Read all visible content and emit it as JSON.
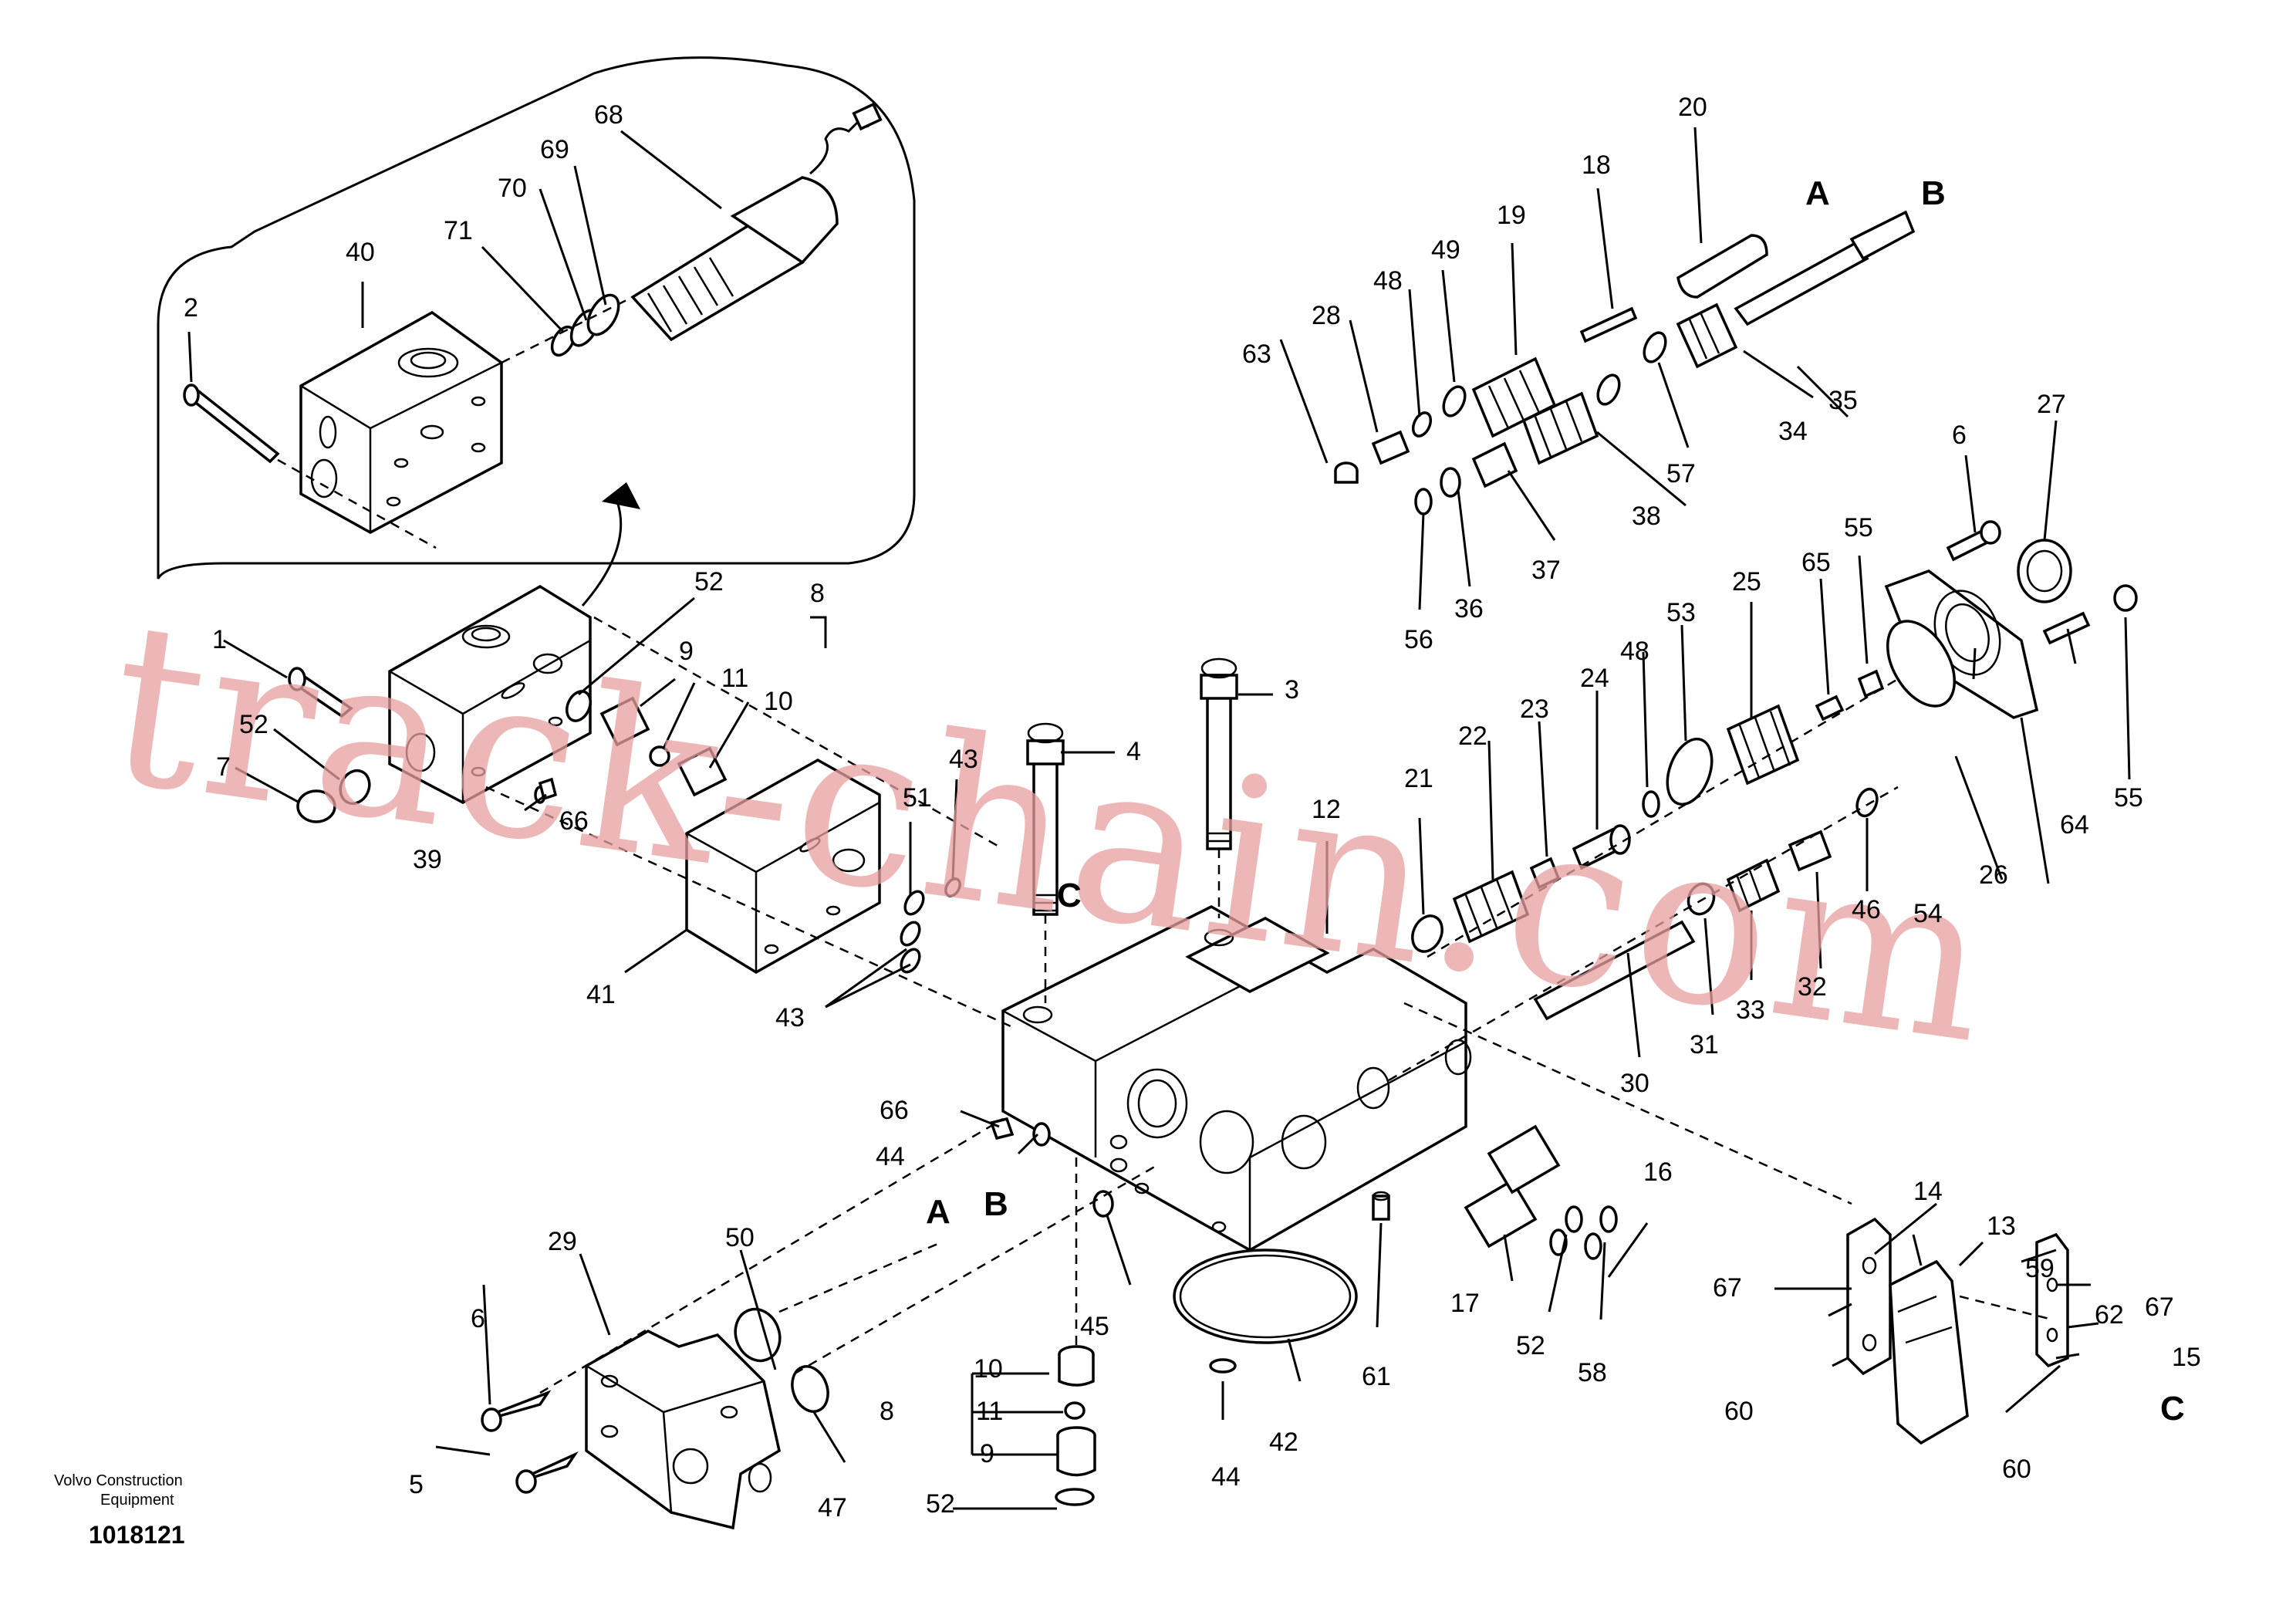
{
  "watermark": "track-chain.com",
  "footer": {
    "maker": "Volvo Construction",
    "maker2": "Equipment",
    "doc_number": "1018121"
  },
  "section_letters": {
    "a": "A",
    "b": "B",
    "c": "C"
  },
  "callouts": {
    "c1": "1",
    "c2": "2",
    "c3": "3",
    "c4": "4",
    "c5": "5",
    "c6a": "6",
    "c6b": "6",
    "c7": "7",
    "c8a": "8",
    "c8b": "8",
    "c9a": "9",
    "c9b": "9",
    "c10a": "10",
    "c10b": "10",
    "c11a": "11",
    "c11b": "11",
    "c12": "12",
    "c14": "14",
    "c13": "13",
    "c15": "15",
    "c16": "16",
    "c17": "17",
    "c18": "18",
    "c19": "19",
    "c20": "20",
    "c21": "21",
    "c22": "22",
    "c23": "23",
    "c24": "24",
    "c25": "25",
    "c26": "26",
    "c27": "27",
    "c28": "28",
    "c29": "29",
    "c30": "30",
    "c31": "31",
    "c32": "32",
    "c33": "33",
    "c34": "34",
    "c35": "35",
    "c36": "36",
    "c37": "37",
    "c38": "38",
    "c39": "39",
    "c40": "40",
    "c41": "41",
    "c42": "42",
    "c43a": "43",
    "c43b": "43",
    "c44a": "44",
    "c44b": "44",
    "c45": "45",
    "c46": "46",
    "c47": "47",
    "c48a": "48",
    "c48b": "48",
    "c49": "49",
    "c50": "50",
    "c51": "51",
    "c52a": "52",
    "c52b": "52",
    "c52c": "52",
    "c52d": "52",
    "c53": "53",
    "c54": "54",
    "c55a": "55",
    "c55b": "55",
    "c56": "56",
    "c57": "57",
    "c58": "58",
    "c59": "59",
    "c60a": "60",
    "c60b": "60",
    "c61": "61",
    "c62": "62",
    "c63": "63",
    "c64": "64",
    "c65": "65",
    "c66a": "66",
    "c66b": "66",
    "c67a": "67",
    "c67b": "67",
    "c68": "68",
    "c69": "69",
    "c70": "70",
    "c71": "71"
  }
}
